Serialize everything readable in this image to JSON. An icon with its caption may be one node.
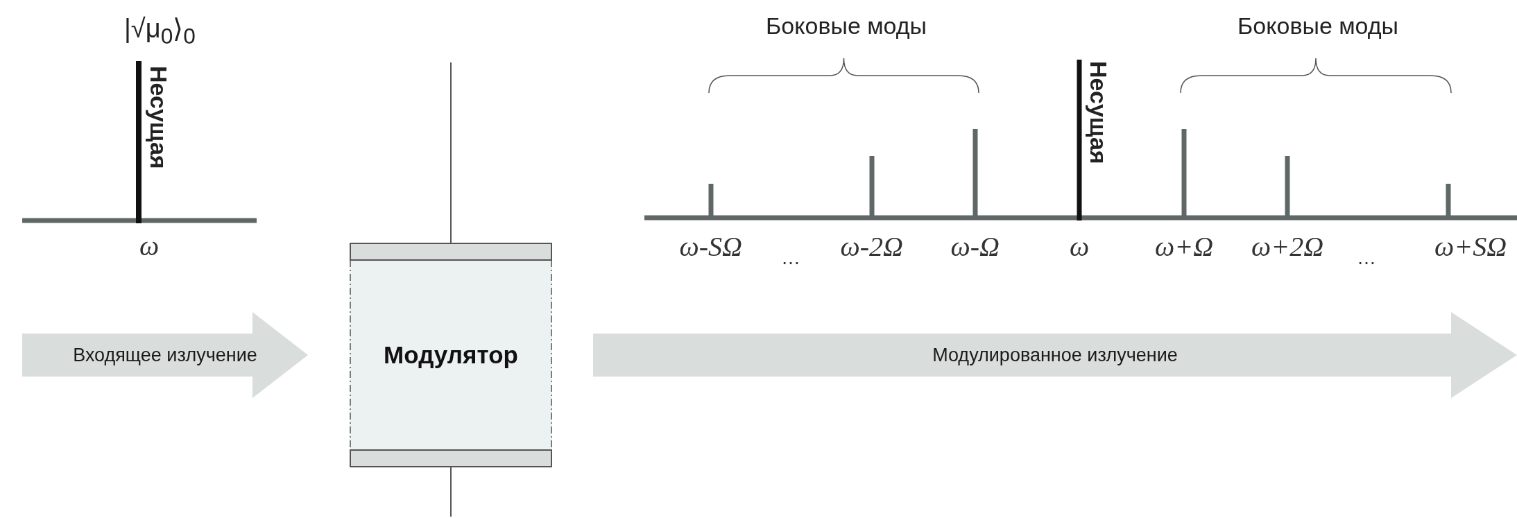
{
  "diagram": {
    "nodes": [
      {
        "text": [
          "Входящее излучение"
        ]
      },
      {
        "text": [
          "Модулятор"
        ]
      },
      {
        "text": [
          "Модулированное излучение"
        ]
      }
    ],
    "edges": [],
    "labels": [
      "|√μ$_{0}$⟩$_{0}$",
      "Несущая",
      "ω",
      "Боковые моды",
      "Боковые моды",
      "Несущая",
      "ω-SΩ",
      "…",
      "ω-2Ω",
      "ω-Ω",
      "ω",
      "ω+Ω",
      "ω+2Ω",
      "…",
      "ω+SΩ"
    ]
  }
}
